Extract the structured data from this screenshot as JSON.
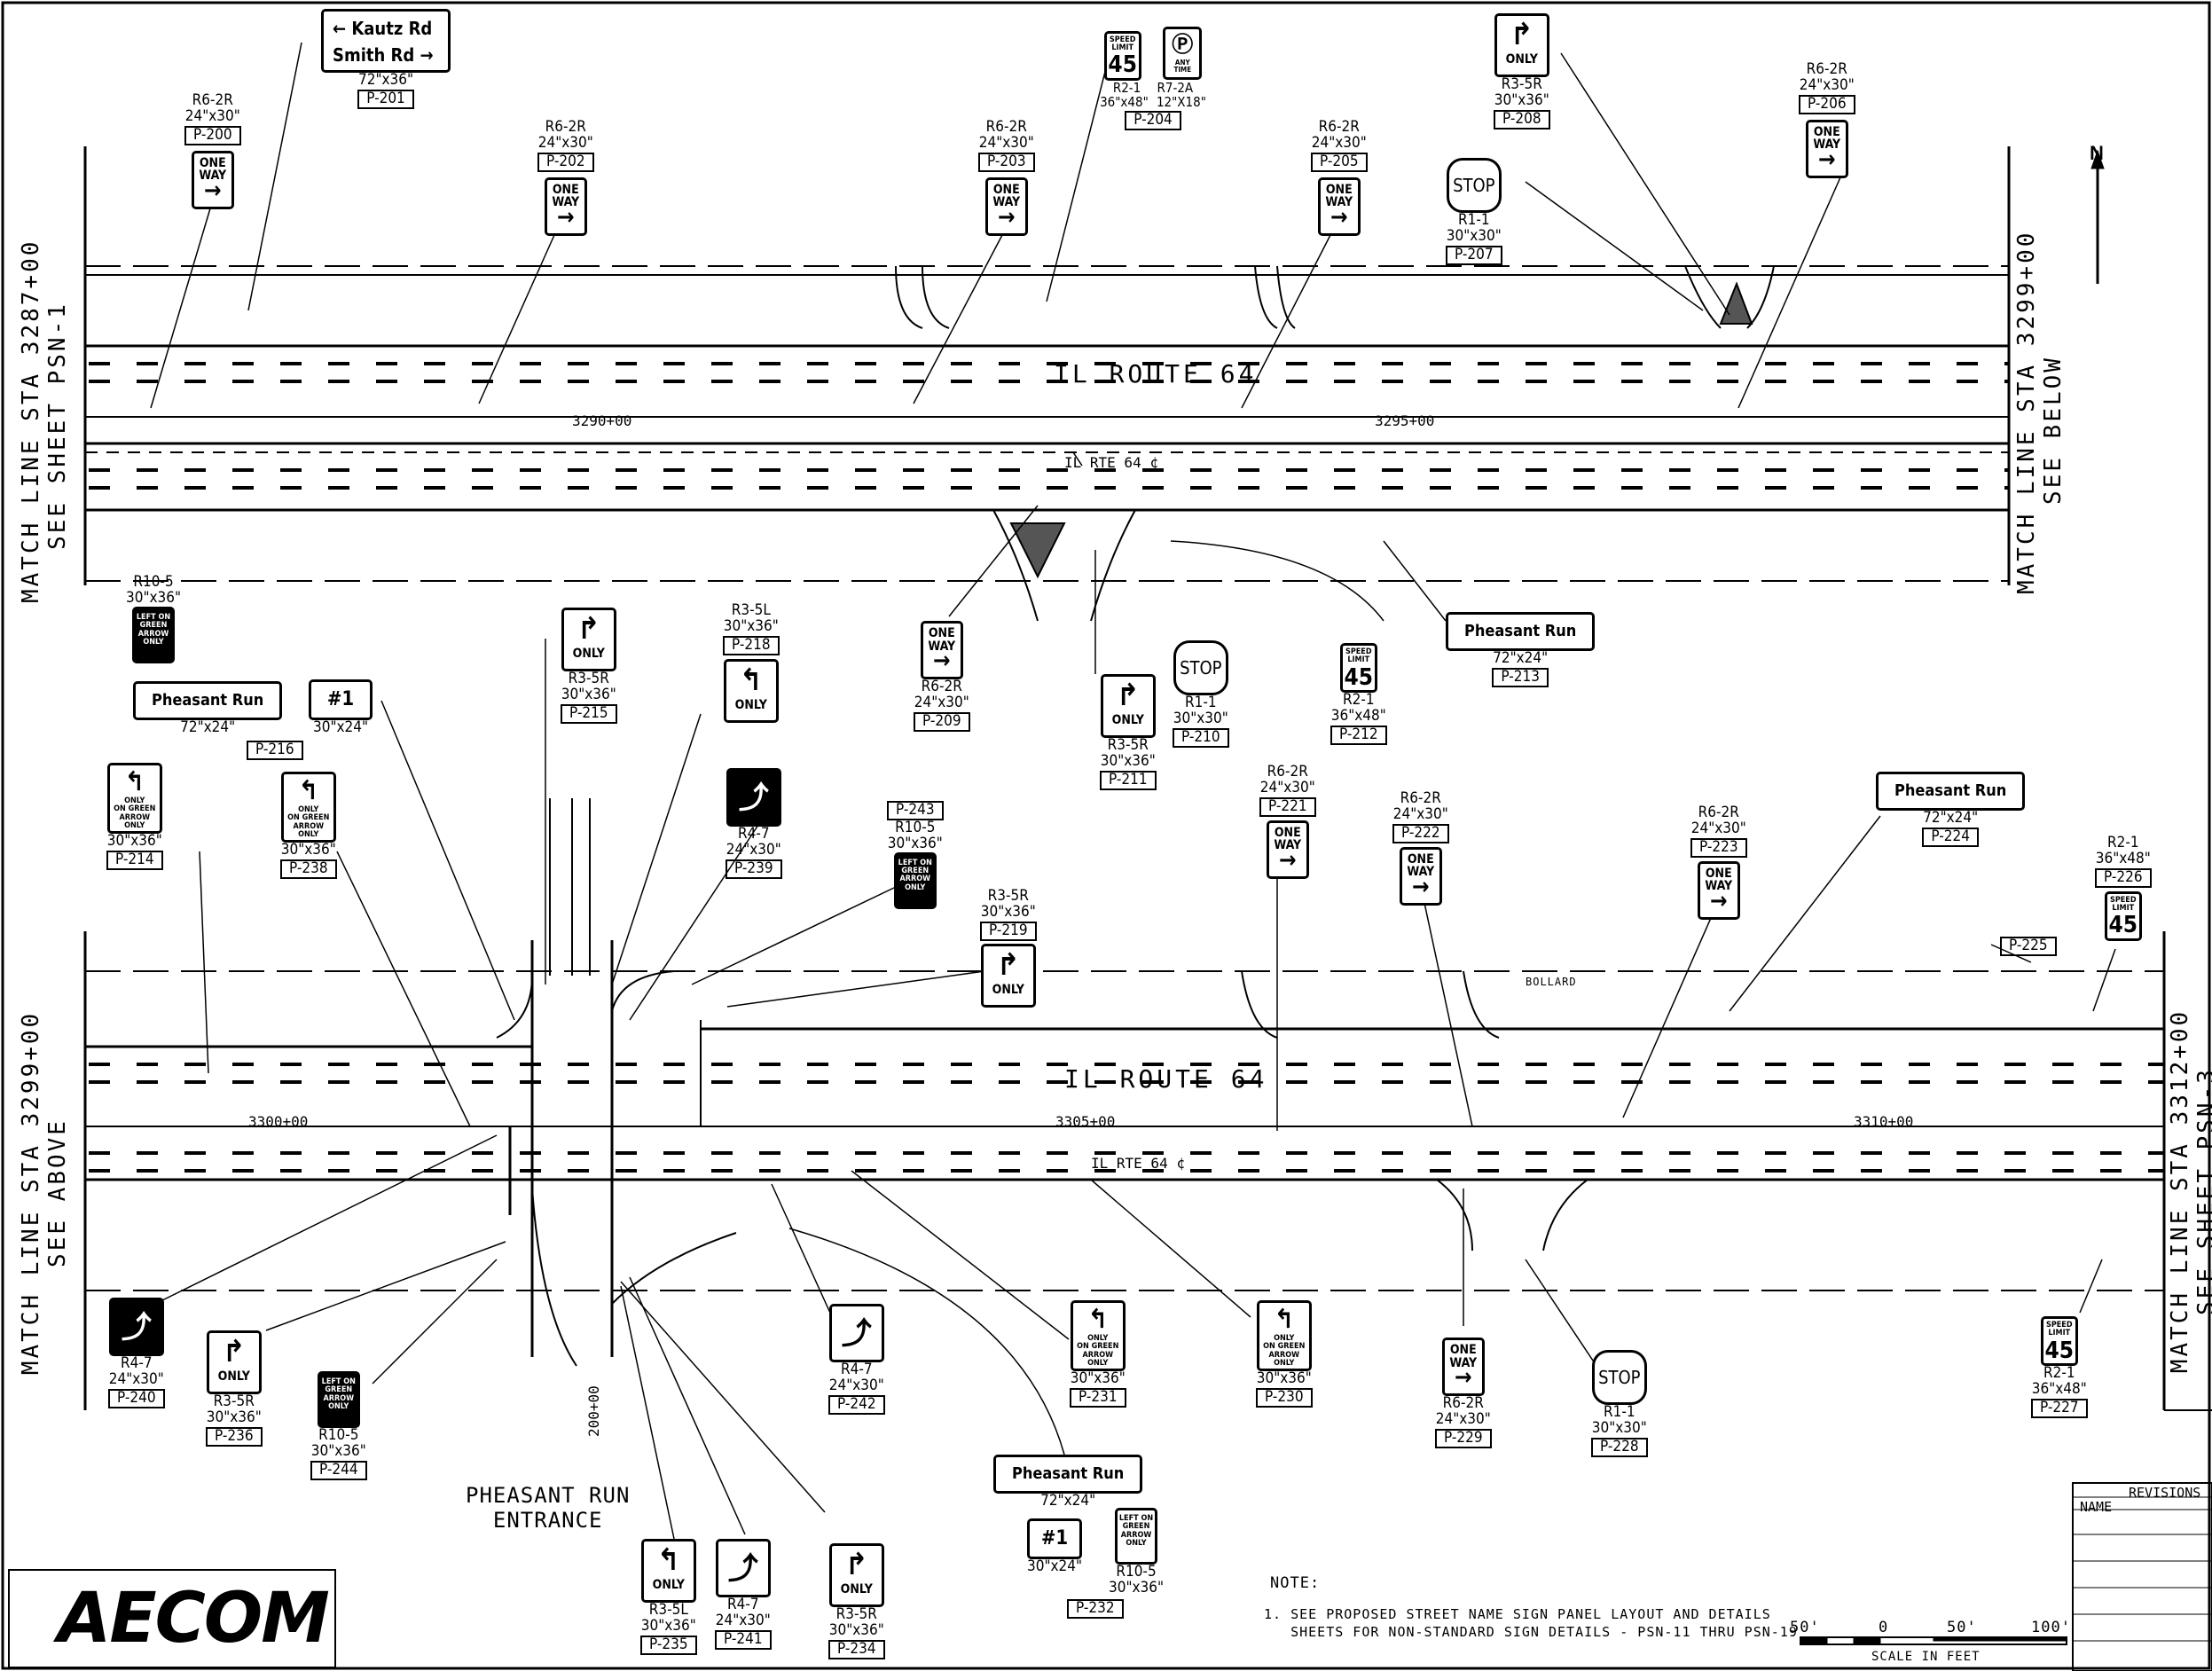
{
  "sheet": {
    "match_top_left": "MATCH LINE STA 3287+00\nSEE SHEET PSN-1",
    "match_top_right": "MATCH LINE STA 3299+00\nSEE BELOW",
    "match_bot_left": "MATCH LINE STA 3299+00\nSEE ABOVE",
    "match_bot_right": "MATCH LINE STA 3312+00\nSEE SHEET PSN-3",
    "road_top": "IL ROUTE 64",
    "road_bot": "IL ROUTE 64",
    "centerline_top": "IL RTE 64 ¢",
    "centerline_bot": "IL RTE 64 ¢",
    "sta_3290": "3290+00",
    "sta_3295": "3295+00",
    "sta_3300": "3300+00",
    "sta_3305": "3305+00",
    "sta_3310": "3310+00",
    "sta_200": "200+00",
    "entrance": "PHEASANT RUN\nENTRANCE",
    "bollard": "BOLLARD",
    "north": "N",
    "note_title": "NOTE:",
    "note_text": "1. SEE PROPOSED STREET NAME SIGN PANEL LAYOUT AND DETAILS\n   SHEETS FOR NON-STANDARD SIGN DETAILS - PSN-11 THRU PSN-19",
    "scale": {
      "t50l": "50'",
      "t0": "0",
      "t50": "50'",
      "t100": "100'",
      "caption": "SCALE IN FEET"
    },
    "logo": "AECOM",
    "revisions": {
      "title": "REVISIONS",
      "name": "NAME"
    }
  },
  "signs": {
    "p201": {
      "l1": "← Kautz Rd",
      "l2": "Smith Rd →",
      "size": "72\"x36\"",
      "p": "P-201"
    },
    "p200": {
      "code": "R6-2R",
      "size": "24\"x30\"",
      "p": "P-200",
      "face": "ONE WAY"
    },
    "p202": {
      "code": "R6-2R",
      "size": "24\"x30\"",
      "p": "P-202",
      "face": "ONE WAY"
    },
    "p203": {
      "code": "R6-2R",
      "size": "24\"x30\"",
      "p": "P-203",
      "face": "ONE WAY"
    },
    "p204": {
      "code1": "R2-1",
      "size1": "36\"x48\"",
      "code2": "R7-2A",
      "size2": "12\"X18\"",
      "p": "P-204",
      "speed_word": "SPEED LIMIT",
      "speed": "45",
      "np": "ANY TIME"
    },
    "p205": {
      "code": "R6-2R",
      "size": "24\"x30\"",
      "p": "P-205",
      "face": "ONE WAY"
    },
    "p206": {
      "code": "R6-2R",
      "size": "24\"x30\"",
      "p": "P-206",
      "face": "ONE WAY"
    },
    "p207": {
      "code": "R1-1",
      "size": "30\"x30\"",
      "p": "P-207",
      "face": "STOP"
    },
    "p208": {
      "code": "R3-5R",
      "size": "30\"x36\"",
      "p": "P-208",
      "face": "ONLY"
    },
    "p209": {
      "code": "R6-2R",
      "size": "24\"x30\"",
      "p": "P-209",
      "face": "ONE WAY"
    },
    "p210": {
      "code": "R1-1",
      "size": "30\"x30\"",
      "p": "P-210",
      "face": "STOP"
    },
    "p211": {
      "code": "R3-5R",
      "size": "30\"x36\"",
      "p": "P-211",
      "face": "ONLY"
    },
    "p212": {
      "code": "R2-1",
      "size": "36\"x48\"",
      "p": "P-212",
      "speed_word": "SPEED LIMIT",
      "speed": "45"
    },
    "p213": {
      "name": "Pheasant Run",
      "size": "72\"x24\"",
      "p": "P-213"
    },
    "p215": {
      "code": "R3-5R",
      "size": "30\"x36\"",
      "p": "P-215",
      "face": "ONLY"
    },
    "p216": {
      "code": "R10-5",
      "size": "30\"x36\"",
      "lgo": "LEFT ON GREEN ARROW ONLY",
      "name": "Pheasant Run",
      "name_size": "72\"x24\"",
      "hash": "#1",
      "hash_size": "30\"x24\"",
      "p": "P-216"
    },
    "p214": {
      "size": "30\"x36\"",
      "p": "P-214",
      "face1": "ONLY",
      "face2": "ON GREEN ARROW ONLY"
    },
    "p238": {
      "size": "30\"x36\"",
      "p": "P-238",
      "face1": "ONLY",
      "face2": "ON GREEN ARROW ONLY"
    },
    "p218": {
      "code": "R3-5L",
      "size": "30\"x36\"",
      "p": "P-218",
      "face": "ONLY"
    },
    "p239": {
      "code": "R4-7",
      "size": "24\"x30\"",
      "p": "P-239"
    },
    "p243": {
      "p": "P-243",
      "code": "R10-5",
      "size": "30\"x36\"",
      "lgo": "LEFT ON GREEN ARROW ONLY"
    },
    "p219": {
      "code": "R3-5R",
      "size": "30\"x36\"",
      "p": "P-219",
      "face": "ONLY"
    },
    "p221": {
      "code": "R6-2R",
      "size": "24\"x30\"",
      "p": "P-221",
      "face": "ONE WAY"
    },
    "p222": {
      "code": "R6-2R",
      "size": "24\"x30\"",
      "p": "P-222",
      "face": "ONE WAY"
    },
    "p223": {
      "code": "R6-2R",
      "size": "24\"x30\"",
      "p": "P-223",
      "face": "ONE WAY"
    },
    "p224": {
      "name": "Pheasant Run",
      "size": "72\"x24\"",
      "p": "P-224"
    },
    "p225": {
      "p": "P-225"
    },
    "p226": {
      "code": "R2-1",
      "size": "36\"x48\"",
      "p": "P-226",
      "speed_word": "SPEED LIMIT",
      "speed": "45"
    },
    "p227": {
      "code": "R2-1",
      "size": "36\"x48\"",
      "p": "P-227",
      "speed_word": "SPEED LIMIT",
      "speed": "45"
    },
    "p228": {
      "code": "R1-1",
      "size": "30\"x30\"",
      "p": "P-228",
      "face": "STOP"
    },
    "p229": {
      "code": "R6-2R",
      "size": "24\"x30\"",
      "p": "P-229",
      "face": "ONE WAY"
    },
    "p230": {
      "size": "30\"x36\"",
      "p": "P-230",
      "face1": "ONLY",
      "face2": "ON GREEN ARROW ONLY"
    },
    "p231": {
      "size": "30\"x36\"",
      "p": "P-231",
      "face1": "ONLY",
      "face2": "ON GREEN ARROW ONLY"
    },
    "p232": {
      "name": "Pheasant Run",
      "name_size": "72\"x24\"",
      "hash": "#1",
      "hash_size": "30\"x24\"",
      "code": "R10-5",
      "size": "30\"x36\"",
      "lgo": "LEFT ON GREEN ARROW ONLY",
      "p": "P-232"
    },
    "p242": {
      "code": "R4-7",
      "size": "24\"x30\"",
      "p": "P-242"
    },
    "p240": {
      "code": "R4-7",
      "size": "24\"x30\"",
      "p": "P-240"
    },
    "p236": {
      "code": "R3-5R",
      "size": "30\"x36\"",
      "p": "P-236",
      "face": "ONLY"
    },
    "p244": {
      "code": "R10-5",
      "size": "30\"x36\"",
      "p": "P-244",
      "lgo": "LEFT ON GREEN ARROW ONLY"
    },
    "p235": {
      "code": "R3-5L",
      "size": "30\"x36\"",
      "p": "P-235",
      "face": "ONLY"
    },
    "p241": {
      "code": "R4-7",
      "size": "24\"x30\"",
      "p": "P-241"
    },
    "p234": {
      "code": "R3-5R",
      "size": "30\"x36\"",
      "p": "P-234",
      "face": "ONLY"
    }
  }
}
